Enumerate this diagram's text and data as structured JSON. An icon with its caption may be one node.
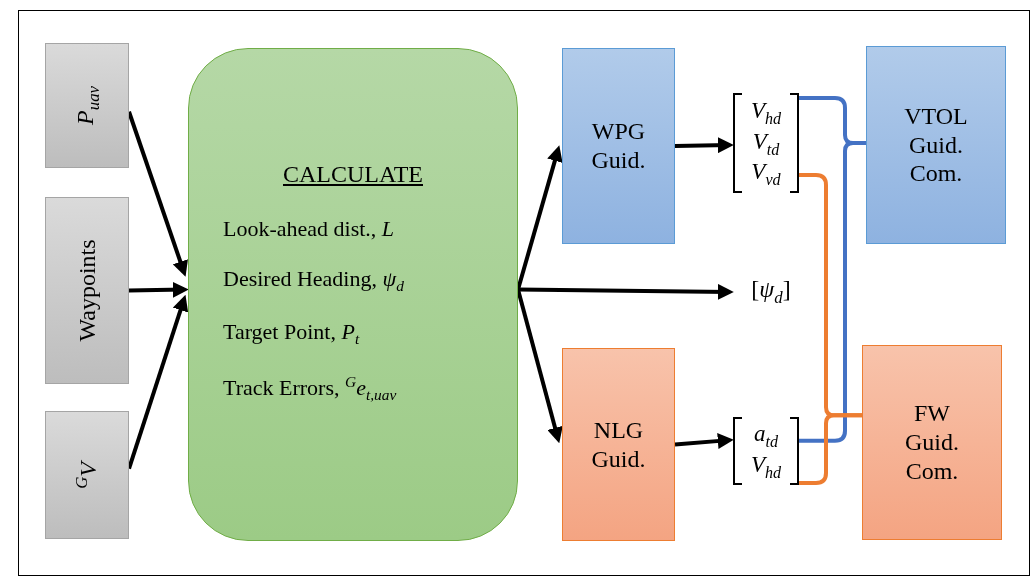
{
  "diagram": {
    "nodes": [
      {
        "text": [
          "*P*$_{uav}$"
        ]
      },
      {
        "text": [
          "Waypoints"
        ]
      },
      {
        "text": [
          "$^{G}$*V*"
        ]
      },
      {
        "text": [
          "CALCULATE",
          "Look-ahead dist., *L*",
          "Desired Heading, *ψ*$_{d}$",
          "Target Point, *P*$_{t}$",
          "Track Errors, $^{G}$*e*$_{t,uav}$"
        ]
      },
      {
        "text": [
          "WPG Guid."
        ]
      },
      {
        "text": [
          "NLG Guid."
        ]
      },
      {
        "text": [
          "*V*$_{hd}$",
          "*V*$_{td}$",
          "*V*$_{vd}$"
        ]
      },
      {
        "text": [
          "[*ψ*$_{d}$]"
        ]
      },
      {
        "text": [
          "*a*$_{td}$",
          "*V*$_{hd}$"
        ]
      },
      {
        "text": [
          "VTOL Guid. Com."
        ]
      },
      {
        "text": [
          "FW Guid. Com."
        ]
      }
    ],
    "edges": [
      {
        "from": 0,
        "to": 3,
        "arrow": "to"
      },
      {
        "from": 1,
        "to": 3,
        "arrow": "to"
      },
      {
        "from": 2,
        "to": 3,
        "arrow": "to"
      },
      {
        "from": 3,
        "to": 4,
        "arrow": "to"
      },
      {
        "from": 3,
        "to": 7,
        "arrow": "to"
      },
      {
        "from": 3,
        "to": 5,
        "arrow": "to"
      },
      {
        "from": 4,
        "to": 6,
        "arrow": "to"
      },
      {
        "from": 5,
        "to": 8,
        "arrow": "to"
      },
      {
        "from": 6,
        "to": 9,
        "arrow": "none",
        "color": "#4472c4"
      },
      {
        "from": 8,
        "to": 9,
        "arrow": "none",
        "color": "#4472c4"
      },
      {
        "from": 6,
        "to": 10,
        "arrow": "none",
        "color": "#ed7d31"
      },
      {
        "from": 8,
        "to": 10,
        "arrow": "none",
        "color": "#ed7d31"
      }
    ]
  }
}
